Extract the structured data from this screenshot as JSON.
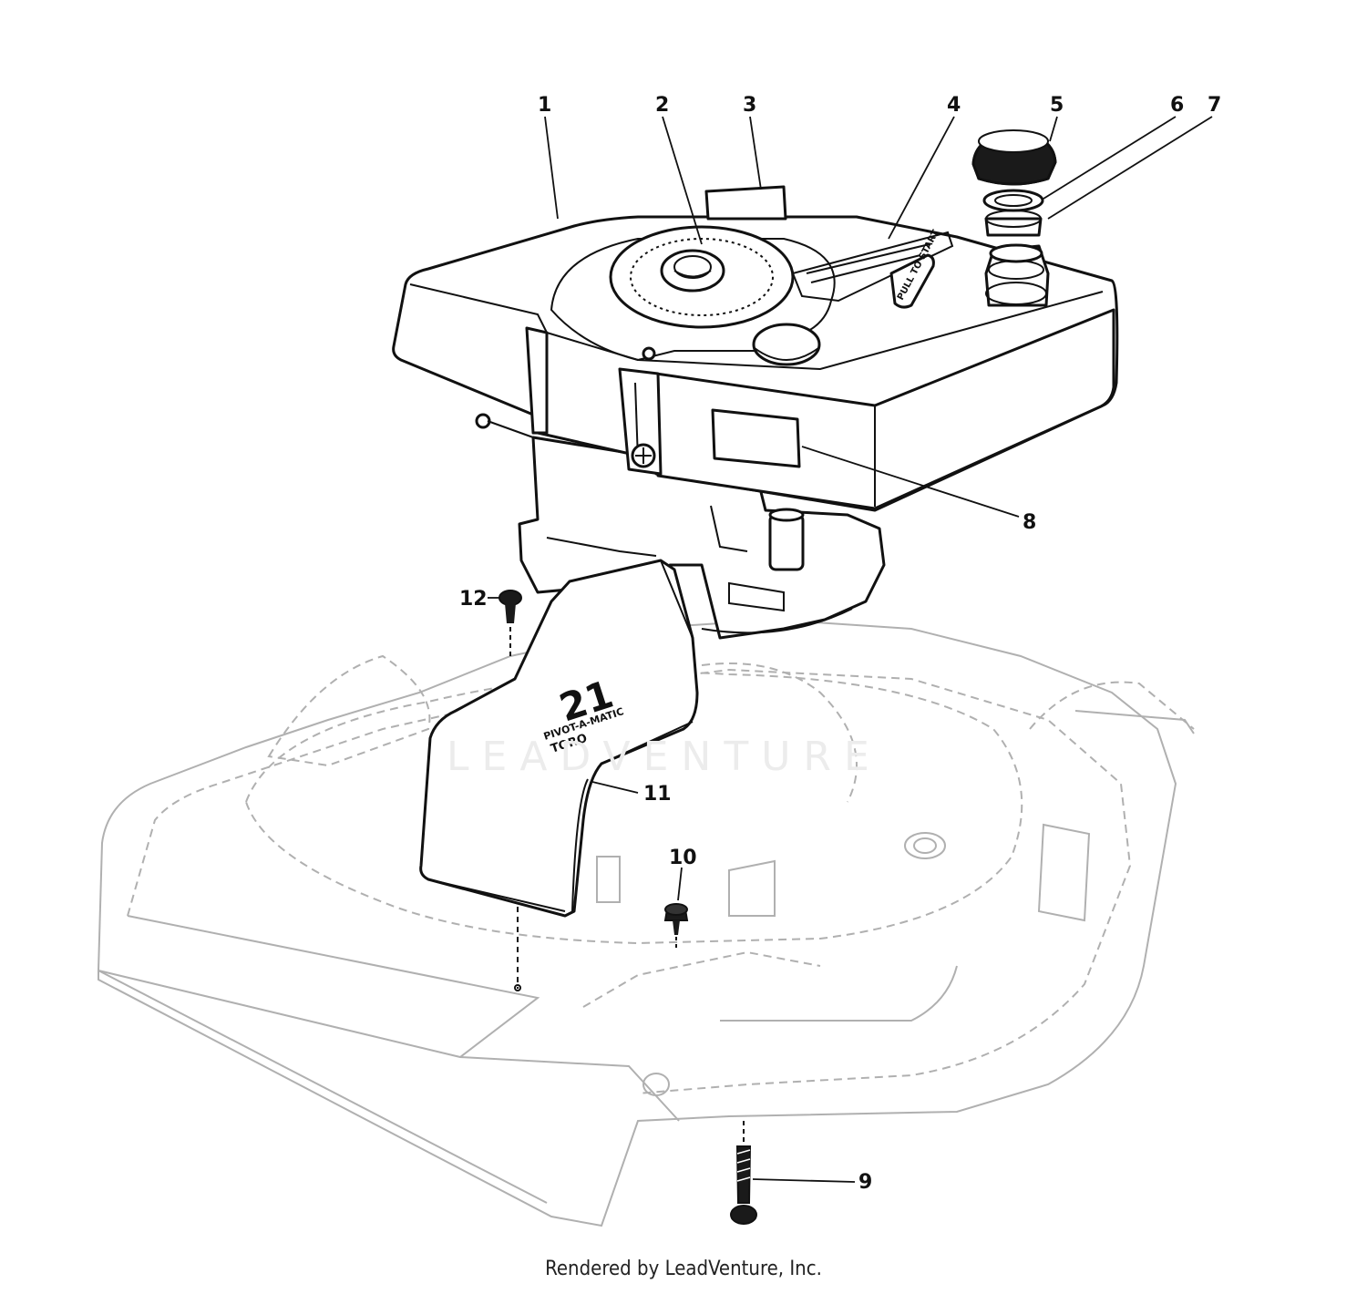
{
  "callouts": [
    "1",
    "2",
    "3",
    "4",
    "5",
    "6",
    "7",
    "8",
    "9",
    "10",
    "11",
    "12"
  ],
  "decals": {
    "recoil_label": "PULL TO START",
    "chute_number": "21",
    "chute_brand_line1": "PIVOT-A-MATIC",
    "chute_brand_line2": "TORO"
  },
  "watermark": "LEADVENTURE",
  "footer": "Rendered by LeadVenture, Inc."
}
